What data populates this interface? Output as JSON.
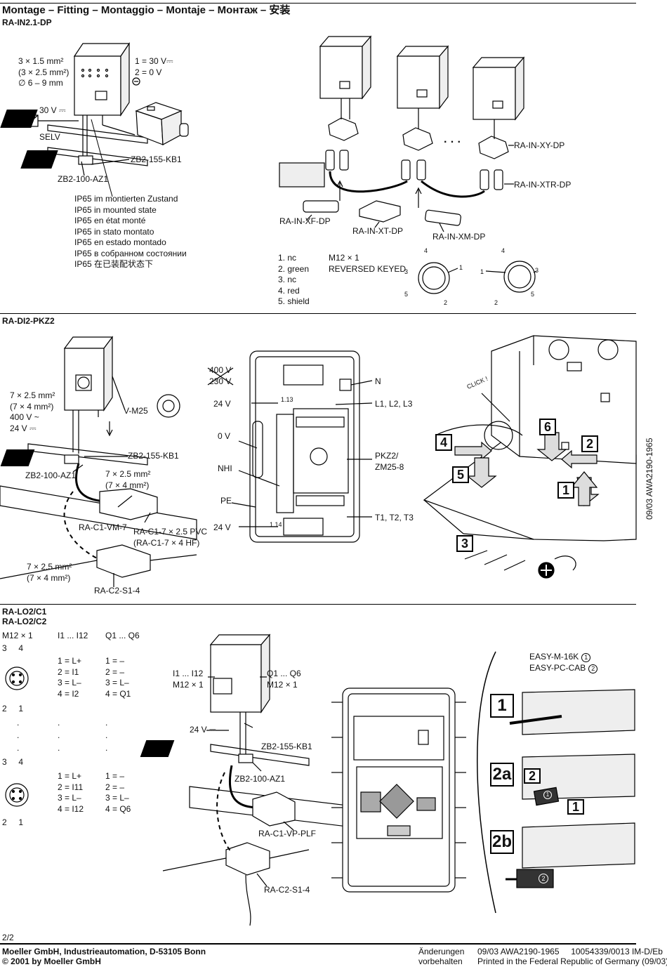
{
  "header": {
    "title": "Montage – Fitting – Montaggio – Montaje – Монтаж – 安装",
    "subtitle": "RA-IN2.1-DP"
  },
  "s1": {
    "cable": [
      "3 × 1.5 mm²",
      "(3 × 2.5 mm²)",
      "∅ 6 – 9 mm"
    ],
    "volt": [
      "1 = 30 V⎓",
      "2 = 0 V"
    ],
    "v30": "30 V ⎓",
    "selv": "SELV",
    "kb1": "ZB2-155-KB1",
    "az1": "ZB2-100-AZ1",
    "ip65": [
      "IP65 im montierten Zustand",
      "IP65 in mounted state",
      "IP65 en état monté",
      "IP65 in stato montato",
      "IP65 en estado montado",
      "IP65 в собранном состоянии",
      "IP65 在已装配状态下"
    ],
    "xy": "RA-IN-XY-DP",
    "xtr": "RA-IN-XTR-DP",
    "xf": "RA-IN-XF-DP",
    "xt": "RA-IN-XT-DP",
    "xm": "RA-IN-XM-DP",
    "dots": "· · ·",
    "pins": [
      "1. nc",
      "2. green",
      "3. nc",
      "4. red",
      "5. shield"
    ],
    "m12": "M12  ×  1",
    "keyed": "REVERSED KEYED",
    "pinA": {
      "p4": "4",
      "p3": "3",
      "p1": "1",
      "p5": "5",
      "p2": "2"
    },
    "pinB": {
      "p4": "4",
      "p1": "1",
      "p3": "3",
      "p2": "2",
      "p5": "5"
    }
  },
  "s2": {
    "title": "RA-DI2-PKZ2",
    "cable": [
      "7 × 2.5 mm²",
      "(7 × 4 mm²)",
      "400 V ~",
      "24 V ⎓"
    ],
    "vm25": "V-M25",
    "kb1": "ZB2-155-KB1",
    "az1": "ZB2-100-AZ1",
    "cable2": [
      "7 × 2.5 mm²",
      "(7 × 4 mm²)"
    ],
    "vm7": "RA-C1-VM-7",
    "pvc": [
      "RA-C1-7 × 2.5 PVC",
      "(RA-C1-7 × 4 HF)"
    ],
    "cable3": [
      "7 × 2.5 mm²",
      "(7 × 4 mm²)"
    ],
    "s14": "RA-C2-S1-4",
    "v400": "400 V",
    "v230": "230 V",
    "v24a": "24 V",
    "v0": "0 V",
    "nhi": "NHI",
    "pe": "PE",
    "v24b": "24 V",
    "n113": "1.13",
    "n114": "1.14",
    "n": "N",
    "l123": "L1, L2, L3",
    "pkz": [
      "PKZ2/",
      "ZM25-8"
    ],
    "t123": "T1, T2, T3",
    "click": "CLICK !",
    "steps": [
      "1",
      "2",
      "3",
      "4",
      "5",
      "6"
    ]
  },
  "side": "09/03 AWA2190-1965",
  "s3": {
    "title1": "RA-LO2/C1",
    "title2": "RA-LO2/C2",
    "m12": "M12 × 1",
    "i_head": "I1 ... I12",
    "q_head": "Q1 ... Q6",
    "top34": "3     4",
    "top21": "2     1",
    "bot34": "3     4",
    "bot21": "2     1",
    "iA": [
      "1 = L+",
      "2 = I1",
      "3 = L–",
      "4 = I2"
    ],
    "qA": [
      "1 = –",
      "2 = –",
      "3 = L–",
      "4 = Q1"
    ],
    "iB": [
      "1 = L+",
      "2 = I11",
      "3 = L–",
      "4 = I12"
    ],
    "qB": [
      "1 = –",
      "2 = –",
      "3 = L–",
      "4 = Q6"
    ],
    "dot": ".",
    "mid_i": [
      "I1 ... I12",
      "M12 × 1"
    ],
    "mid_q": [
      "Q1 ... Q6",
      "M12 × 1"
    ],
    "v24": "24 V ⎓",
    "kb1": "ZB2-155-KB1",
    "az1": "ZB2-100-AZ1",
    "plf": "RA-C1-VP-PLF",
    "s14": "RA-C2-S1-4",
    "easy1": "EASY-M-16K",
    "easy2": "EASY-PC-CAB",
    "c1": "1",
    "c2": "2",
    "b1": "1",
    "b2a": "2a",
    "b2b": "2b",
    "s2": "2",
    "s1": "1",
    "plug2": "2",
    "plug1": "1"
  },
  "footer": {
    "page": "2/2",
    "company": "Moeller GmbH, Industrieautomation, D-53105 Bonn",
    "copy": "© 2001 by Moeller GmbH",
    "aend1": "Änderungen",
    "aend2": "vorbehalten",
    "ref": "09/03 AWA2190-1965     10054339/0013 IM-D/Eb",
    "printed": "Printed in the Federal Republic of Germany (09/03)"
  }
}
